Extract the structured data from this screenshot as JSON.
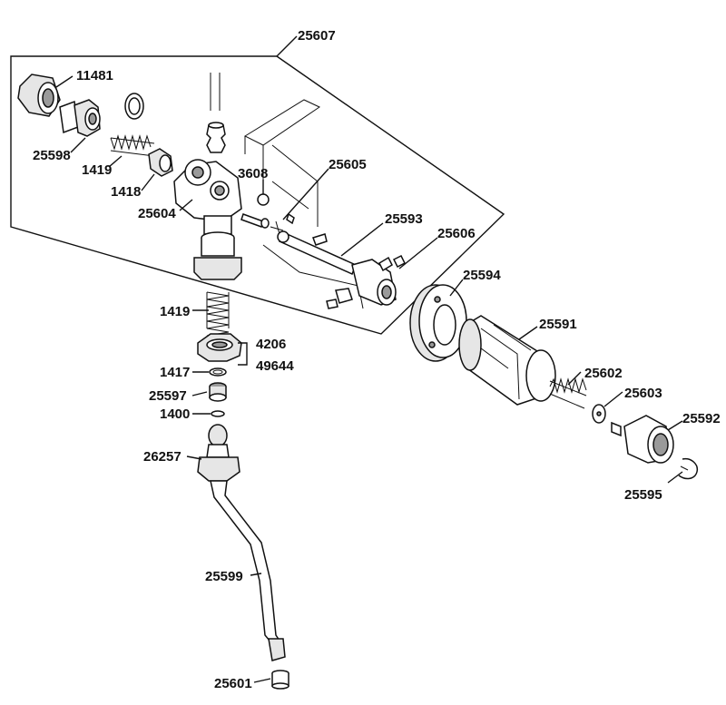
{
  "labels": {
    "l25607": "25607",
    "l11481": "11481",
    "l25598": "25598",
    "l1419a": "1419",
    "l1418": "1418",
    "l25604": "25604",
    "l3608": "3608",
    "l25605": "25605",
    "l25593": "25593",
    "l25606": "25606",
    "l25594": "25594",
    "l25591": "25591",
    "l1419b": "1419",
    "l4206": "4206",
    "l49644": "49644",
    "l1417": "1417",
    "l25597": "25597",
    "l1400": "1400",
    "l26257": "26257",
    "l25602": "25602",
    "l25603": "25603",
    "l25592": "25592",
    "l25595": "25595",
    "l25599": "25599",
    "l25601": "25601"
  }
}
